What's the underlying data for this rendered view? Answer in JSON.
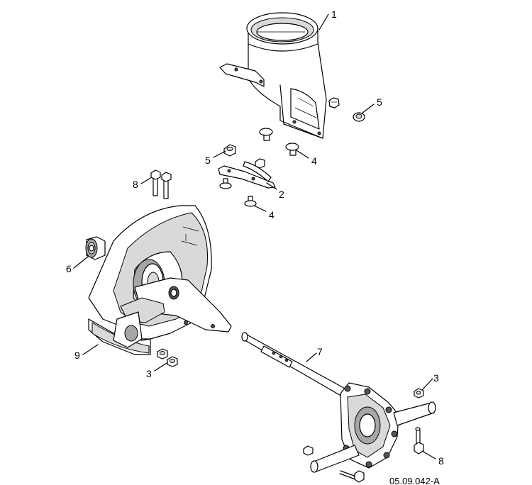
{
  "diagram": {
    "drawing_id": "05.09.042-A",
    "callouts": [
      "1",
      "2",
      "3",
      "3",
      "4",
      "4",
      "5",
      "5",
      "6",
      "7",
      "8",
      "8",
      "9"
    ]
  }
}
